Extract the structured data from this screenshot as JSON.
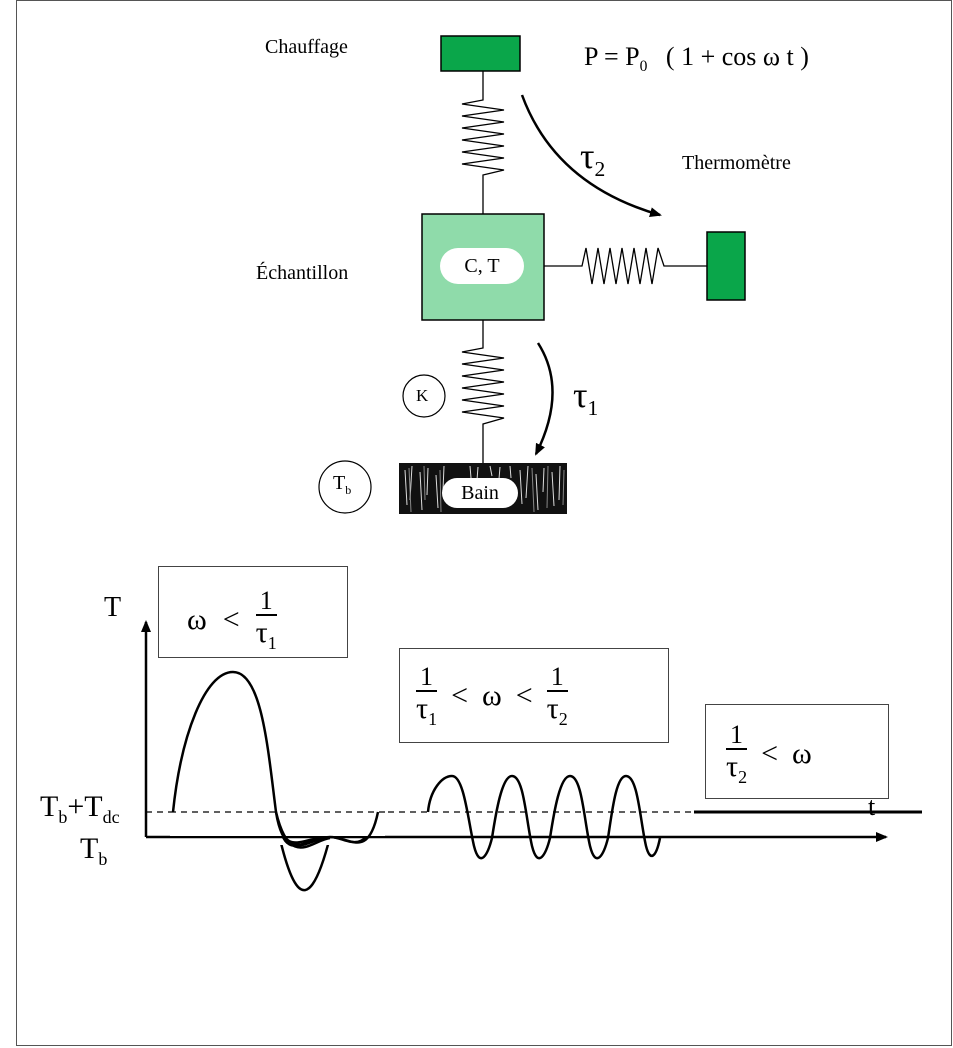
{
  "labels": {
    "heating": "Chauffage",
    "thermometer": "Thermomètre",
    "sample": "Échantillon",
    "sample_inner": "C,  T",
    "bath": "Bain",
    "conductance": "K",
    "bath_temp_base": "T",
    "bath_temp_sub": "b"
  },
  "equation": {
    "lhs": "P  =  P",
    "lhs_sub": "0",
    "rhs": "(  1  +  cos  ω t   )"
  },
  "tau": {
    "tau2": "τ",
    "tau2_sub": "2",
    "tau1": "τ",
    "tau1_sub": "1"
  },
  "graph": {
    "y_axis": "T",
    "x_axis": "t",
    "level_high_1": "T",
    "level_high_1_sub": "b",
    "level_high_2": "+T",
    "level_high_2_sub": "dc",
    "level_low": "T",
    "level_low_sub": "b"
  },
  "regimes": [
    {
      "left": "ω",
      "op": "<",
      "num": "1",
      "den": "τ",
      "den_sub": "1"
    },
    {
      "num1": "1",
      "den1": "τ",
      "den1_sub": "1",
      "op1": "<",
      "mid": "ω",
      "op2": "<",
      "num2": "1",
      "den2": "τ",
      "den2_sub": "2"
    },
    {
      "num": "1",
      "den": "τ",
      "den_sub": "2",
      "op": "<",
      "right": "ω"
    }
  ],
  "colors": {
    "heater": "#0aa64a",
    "thermometer": "#0aa64a",
    "sample": "#8fdbaa"
  }
}
